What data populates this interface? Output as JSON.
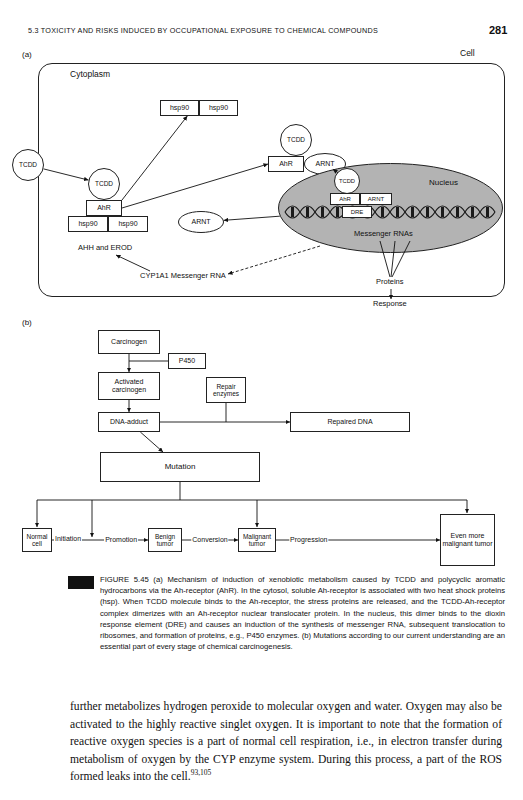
{
  "diagram": {
    "caption": "FIGURE 5.45 (a) Mechanism of induction of xenobiotic metabolism caused by TCDD and polycyclic aromatic hydrocarbons via the Ah-receptor (AhR). In the cytosol, soluble Ah-receptor is associated with two heat shock proteins (hsp). When TCDD molecule binds to the Ah-receptor, the stress proteins are released, and the TCDD-Ah-receptor complex dimerizes with an Ah-receptor nuclear translocater protein. In the nucleus, this dimer binds to the dioxin response element (DRE) and causes an induction of the synthesis of messenger RNA, subsequent translocation to ribosomes, and formation of proteins, e.g., P450 enzymes. (b) Mutations according to our current understanding are an essential part of every stage of chemical carcinogenesis.",
    "nodes": [
      {
        "text": [
          "Cell",
          "Cytoplasm"
        ]
      },
      {
        "text": [
          "TCDD"
        ]
      },
      {
        "text": [
          "hsp90"
        ],
        "in": 0
      },
      {
        "text": [
          "hsp90"
        ],
        "in": 0
      },
      {
        "text": [
          "TCDD"
        ],
        "in": 0
      },
      {
        "text": [
          "AhR"
        ],
        "in": 0
      },
      {
        "text": [
          "ARNT"
        ],
        "in": 0
      },
      {
        "text": [
          "TCDD"
        ],
        "in": 0
      },
      {
        "text": [
          "AhR"
        ],
        "in": 0
      },
      {
        "text": [
          "hsp90"
        ],
        "in": 0
      },
      {
        "text": [
          "hsp90"
        ],
        "in": 0
      },
      {
        "text": [
          "ARNT"
        ],
        "in": 0
      },
      {
        "text": [
          "Nucleus",
          "Messenger RNAs"
        ],
        "in": 0
      },
      {
        "text": [
          "TCDD"
        ],
        "in": 12
      },
      {
        "text": [
          "AhR"
        ],
        "in": 12
      },
      {
        "text": [
          "ARNT"
        ],
        "in": 12
      },
      {
        "text": [
          "DRE"
        ],
        "in": 12
      },
      {
        "text": [
          "Carcinogen"
        ]
      },
      {
        "text": [
          "P450"
        ]
      },
      {
        "text": [
          "Activated carcinogen"
        ]
      },
      {
        "text": [
          "Repair enzymes"
        ]
      },
      {
        "text": [
          "DNA-adduct"
        ]
      },
      {
        "text": [
          "Repaired DNA"
        ]
      },
      {
        "text": [
          "Mutation"
        ]
      },
      {
        "text": [
          "Normal cell"
        ]
      },
      {
        "text": [
          "Benign tumor"
        ]
      },
      {
        "text": [
          "Malignant tumor"
        ]
      },
      {
        "text": [
          "Even more malignant tumor"
        ]
      }
    ],
    "edges": [
      {
        "from": 1,
        "to": 7,
        "arrow": "to"
      },
      {
        "from": 8,
        "to": 2,
        "arrow": "to"
      },
      {
        "from": 8,
        "to": 5,
        "arrow": "to"
      },
      {
        "from": 6,
        "to": 12,
        "arrow": "to"
      },
      {
        "from": 12,
        "to": 11,
        "arrow": "to"
      },
      {
        "from": 17,
        "to": 19,
        "arrow": "to"
      },
      {
        "from": 19,
        "to": 21,
        "arrow": "to"
      },
      {
        "from": 21,
        "to": 22,
        "arrow": "to"
      },
      {
        "from": 21,
        "to": 23,
        "arrow": "to"
      },
      {
        "from": 24,
        "to": 25,
        "label": "Promotion",
        "arrow": "to"
      },
      {
        "from": 25,
        "to": 26,
        "label": "Conversion",
        "arrow": "to"
      },
      {
        "from": 26,
        "to": 27,
        "label": "Progression",
        "arrow": "to"
      }
    ],
    "labels": [
      "5.3 TOXICITY AND RISKS INDUCED BY OCCUPATIONAL EXPOSURE TO CHEMICAL COMPOUNDS",
      "281",
      "(a)",
      "AHH and EROD",
      "CYP1A1 Messenger RNA",
      "Proteins",
      "Response",
      "(b)",
      "Initiation",
      "further metabolizes hydrogen peroxide to molecular oxygen and water. Oxygen may also be activated to the highly reactive singlet oxygen. It is important to note that the formation of reactive oxygen species is a part of normal cell respiration, i.e., in electron transfer during metabolism of oxygen by the CYP enzyme system. During this process, a part of the ROS formed leaks into the cell.",
      "93,105"
    ]
  }
}
